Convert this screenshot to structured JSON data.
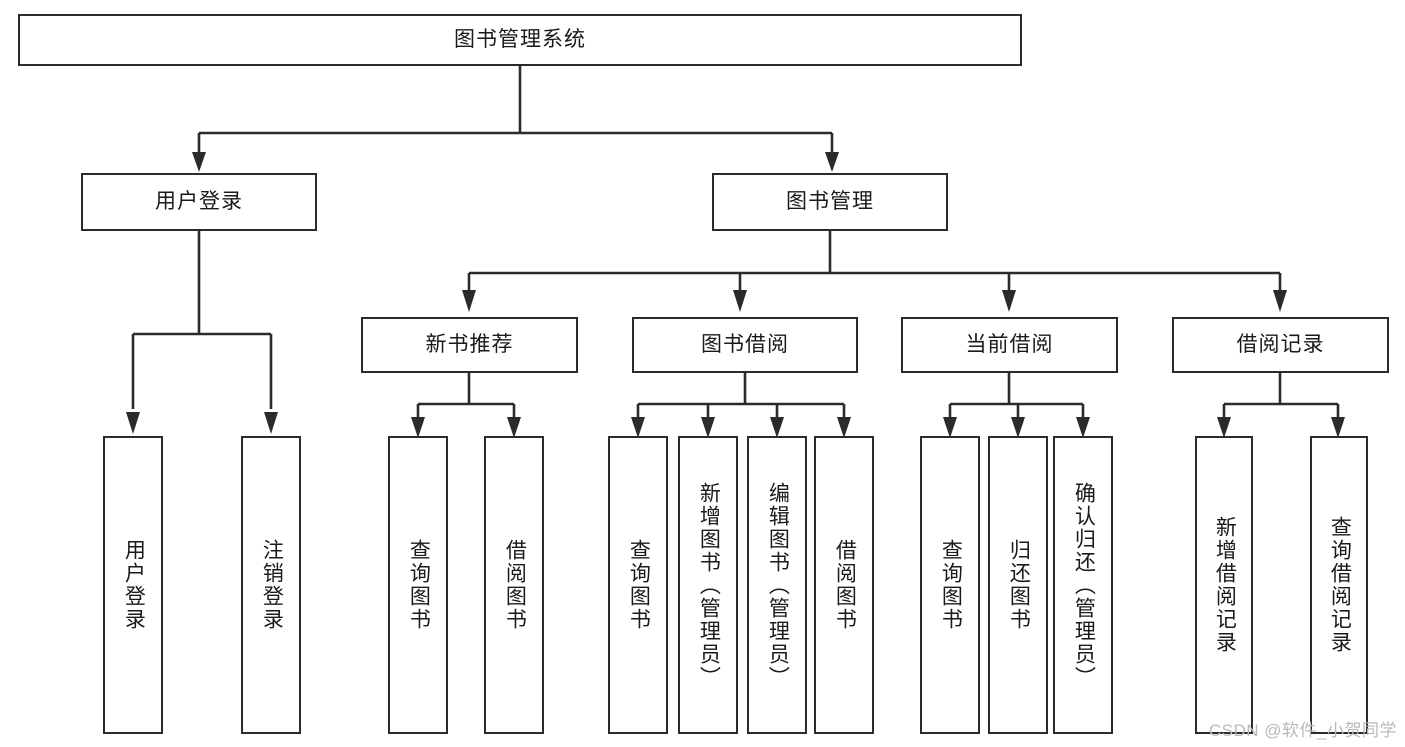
{
  "diagram": {
    "type": "tree-hierarchy-diagram",
    "title": "图书管理系统",
    "background_color": "#ffffff",
    "line_color": "#2b2b2b",
    "box_border_color": "#2b2b2b",
    "text_color": "#1a1a1a"
  },
  "root": {
    "label": "图书管理系统"
  },
  "level1": [
    {
      "label": "用户登录"
    },
    {
      "label": "图书管理"
    }
  ],
  "level2": [
    {
      "label": "新书推荐"
    },
    {
      "label": "图书借阅"
    },
    {
      "label": "当前借阅"
    },
    {
      "label": "借阅记录"
    }
  ],
  "leaves": {
    "user_login": [
      {
        "label": "用户登录"
      },
      {
        "label": "注销登录"
      }
    ],
    "new_book_recommend": [
      {
        "label": "查询图书"
      },
      {
        "label": "借阅图书"
      }
    ],
    "book_borrow": [
      {
        "label": "查询图书"
      },
      {
        "label": "新增图书（管理员）"
      },
      {
        "label": "编辑图书（管理员）"
      },
      {
        "label": "借阅图书"
      }
    ],
    "current_borrow": [
      {
        "label": "查询图书"
      },
      {
        "label": "归还图书"
      },
      {
        "label": "确认归还（管理员）"
      }
    ],
    "borrow_record": [
      {
        "label": "新增借阅记录"
      },
      {
        "label": "查询借阅记录"
      }
    ]
  },
  "watermark": {
    "text": "CSDN @软件_小贺同学"
  }
}
